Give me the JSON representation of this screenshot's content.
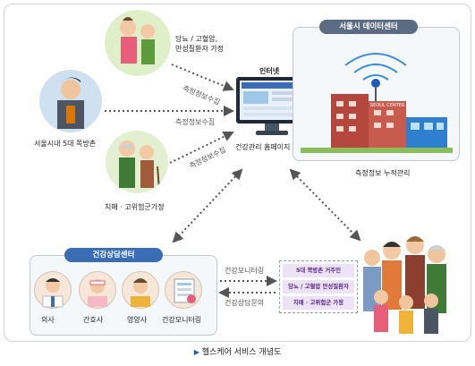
{
  "households": {
    "chronic": "당뇨 / 고혈압,\n만성질환자 가정",
    "slum": "서울시내 5대 쪽방촌",
    "dementia": "치매 · 고위험군가정"
  },
  "flows": {
    "measure1": "측정정보수집",
    "measure2": "측정정보수집",
    "measure3": "측정정보수집",
    "monitoring": "건강모니터링",
    "consult": "건강상담문의"
  },
  "internet": {
    "label": "인터넷",
    "homepage_caption": "건강관리 홈페이지"
  },
  "datacenter": {
    "title": "서울시 데이터센터",
    "caption": "측정정보 누적관리",
    "building_sign": "SEOUL CENTER"
  },
  "counsel_center": {
    "title": "건강상담센터",
    "staff": [
      "의사",
      "간호사",
      "영양사",
      "건강모니터링"
    ]
  },
  "target_groups": [
    "5대 쪽방촌 거주민",
    "당뇨 / 고혈압 만성질환자",
    "치매 · 고위험군 가정"
  ],
  "figure_caption": "헬스케어 서비스 개념도",
  "colors": {
    "box_title_bg": "#3a6db5",
    "arrow": "#555555",
    "purple_text": "#5a2a8a"
  }
}
